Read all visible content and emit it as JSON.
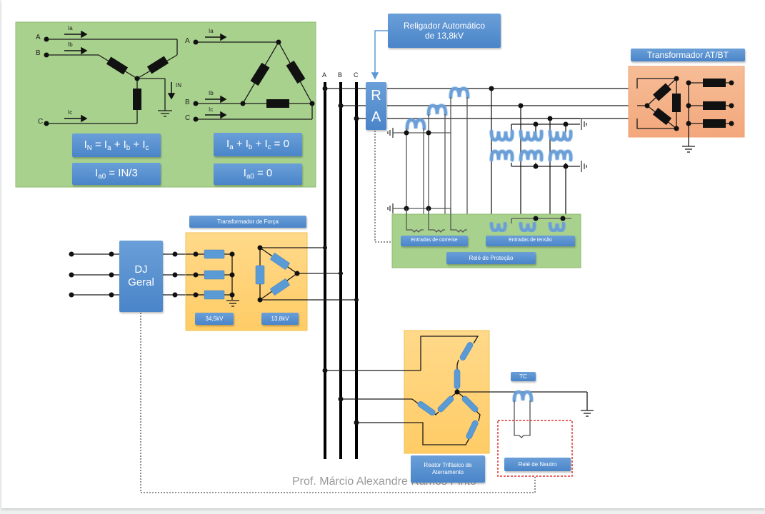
{
  "concept_panel": {
    "wye": {
      "terminals": [
        "A",
        "B",
        "C"
      ],
      "currents": [
        "Ia",
        "Ib",
        "Ic"
      ],
      "neutral_current": "IN",
      "equation_1": {
        "parts": [
          [
            "I",
            "N"
          ],
          [
            " = I",
            "a"
          ],
          [
            " + I",
            "b"
          ],
          [
            " + I",
            "c"
          ]
        ]
      },
      "equation_2": {
        "parts": [
          [
            "I",
            "a0"
          ],
          [
            " = IN/3",
            ""
          ]
        ]
      }
    },
    "delta": {
      "terminals": [
        "A",
        "B",
        "C"
      ],
      "currents": [
        "Ia",
        "Ib",
        "Ic"
      ],
      "equation_1": {
        "parts": [
          [
            "I",
            "a"
          ],
          [
            " + I",
            "b"
          ],
          [
            " + I",
            "c"
          ],
          [
            " = 0",
            ""
          ]
        ]
      },
      "equation_2": {
        "parts": [
          [
            "I",
            "a0"
          ],
          [
            " = 0",
            ""
          ]
        ]
      }
    }
  },
  "bus": {
    "phases": [
      "A",
      "B",
      "C"
    ]
  },
  "recloser": {
    "title_line1": "Religador Automático",
    "title_line2": "de 13,8kV",
    "box_letters": [
      "R",
      "A"
    ]
  },
  "transformer_at_bt": {
    "title": "Transformador AT/BT"
  },
  "protection_relay": {
    "current_inputs": "Entradas de corrente",
    "voltage_inputs": "Entradas de tensão",
    "title": "Relé de Proteção"
  },
  "power_transformer": {
    "title": "Transformador de Força",
    "primary_voltage": "34,5kV",
    "secondary_voltage": "13,8kV"
  },
  "main_breaker": {
    "line1": "DJ",
    "line2": "Geral"
  },
  "grounding_reactor": {
    "title": "Reator Trifásico de Aterramento"
  },
  "neutral_ct": {
    "label": "TC"
  },
  "neutral_relay": {
    "title": "Relé de Neutro"
  },
  "footer": {
    "author": "Prof. Márcio Alexandre Ramos Pinto"
  },
  "colors": {
    "concept_panel": "#a9d18e",
    "relay_panel": "#a9d18e",
    "transformer_at_bt": "#f4b183",
    "power_transformer": "#ffd36e",
    "label_blue": "#5b9bd5",
    "coil_blue": "#6a9fd8",
    "neutral_relay_border": "#e03030"
  }
}
